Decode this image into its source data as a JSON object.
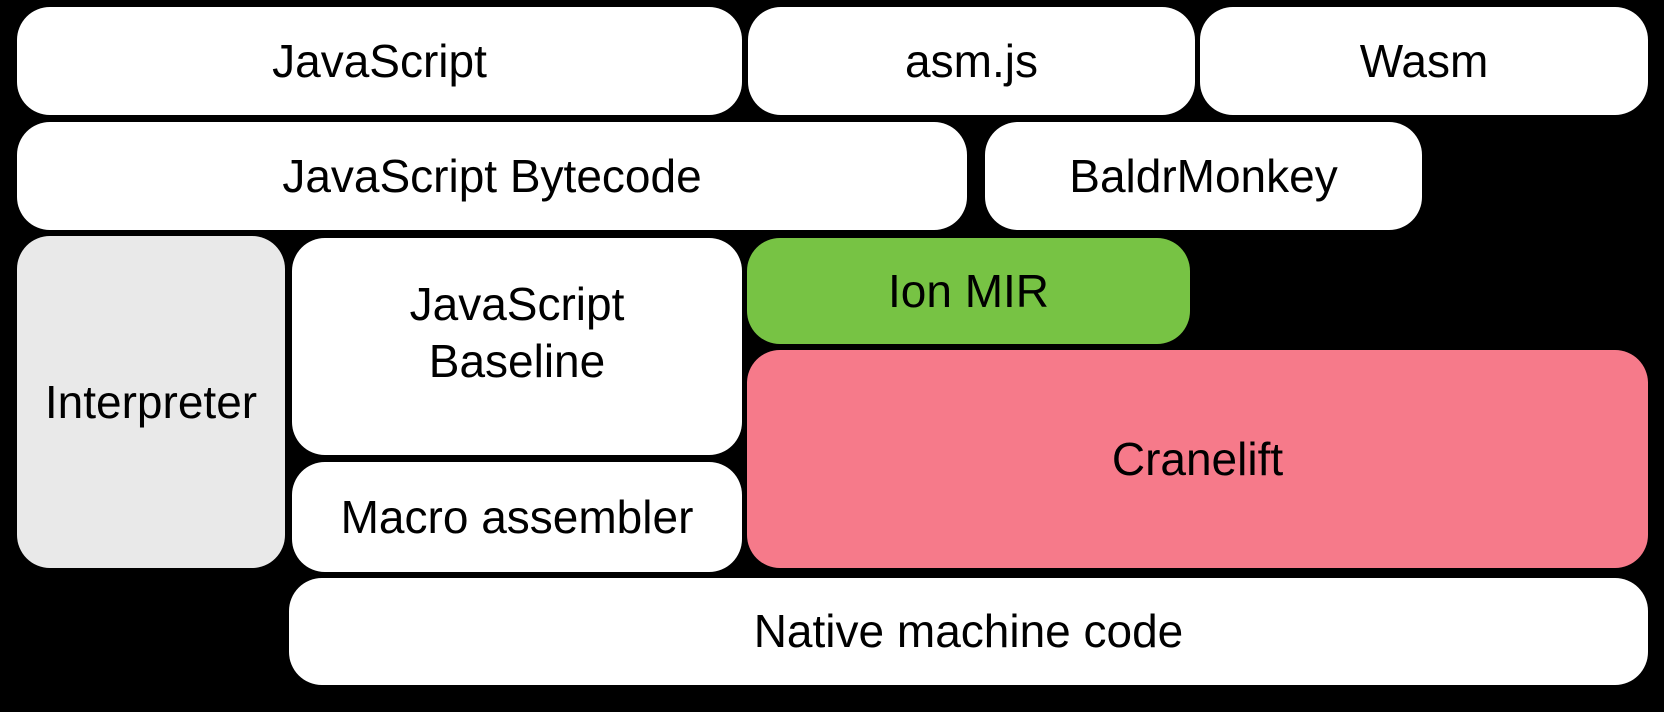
{
  "diagram": {
    "title": "compiler-pipeline",
    "background_color": "#000000",
    "text_color": "#000000",
    "colors": {
      "white_box": "#ffffff",
      "gray_box": "#e9e9e9",
      "green_box": "#77c344",
      "pink_box": "#f67a8a"
    },
    "boxes": {
      "javascript": {
        "label": "JavaScript",
        "fill": "#ffffff"
      },
      "asmjs": {
        "label": "asm.js",
        "fill": "#ffffff"
      },
      "wasm": {
        "label": "Wasm",
        "fill": "#ffffff"
      },
      "javascript_bytecode": {
        "label": "JavaScript Bytecode",
        "fill": "#ffffff"
      },
      "baldrmonkey": {
        "label": "BaldrMonkey",
        "fill": "#ffffff"
      },
      "interpreter": {
        "label": "Interpreter",
        "fill": "#e9e9e9"
      },
      "javascript_baseline": {
        "label": "JavaScript Baseline",
        "fill": "#ffffff"
      },
      "ion_mir": {
        "label": "Ion MIR",
        "fill": "#77c344"
      },
      "cranelift": {
        "label": "Cranelift",
        "fill": "#f67a8a"
      },
      "macro_assembler": {
        "label": "Macro assembler",
        "fill": "#ffffff"
      },
      "native_machine_code": {
        "label": "Native machine code",
        "fill": "#ffffff"
      }
    }
  }
}
